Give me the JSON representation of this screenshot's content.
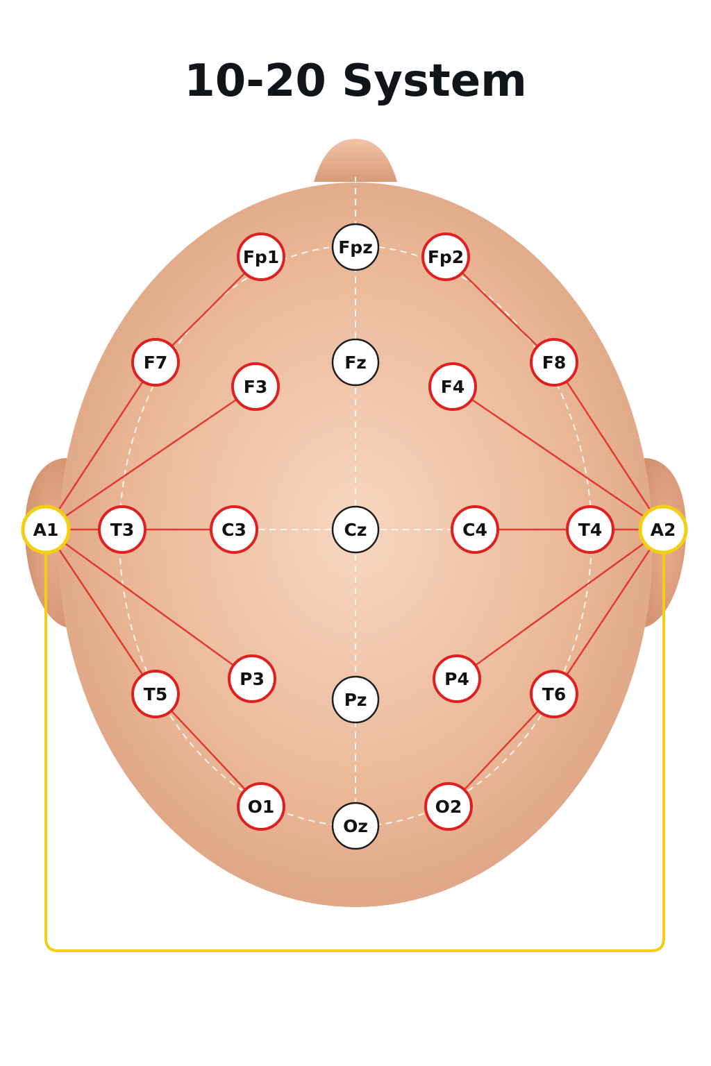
{
  "title": "10-20 System",
  "colors": {
    "skin": "#e9b596",
    "skin_light": "#f6d2bc",
    "skin_dark": "#d99b78",
    "electrode_border": "#e02020",
    "reference_border": "#f2cf12",
    "connection_line": "#e23a30",
    "reference_wire": "#f0cf14",
    "guide_line": "#ffffff",
    "electrode_fill": "#ffffff",
    "midline_border": "#1c1c1c"
  },
  "electrodes": [
    {
      "id": "Fp1",
      "label": "Fp1",
      "type": "lateral"
    },
    {
      "id": "Fpz",
      "label": "Fpz",
      "type": "midline"
    },
    {
      "id": "Fp2",
      "label": "Fp2",
      "type": "lateral"
    },
    {
      "id": "F7",
      "label": "F7",
      "type": "lateral"
    },
    {
      "id": "F3",
      "label": "F3",
      "type": "lateral"
    },
    {
      "id": "Fz",
      "label": "Fz",
      "type": "midline"
    },
    {
      "id": "F4",
      "label": "F4",
      "type": "lateral"
    },
    {
      "id": "F8",
      "label": "F8",
      "type": "lateral"
    },
    {
      "id": "A1",
      "label": "A1",
      "type": "reference"
    },
    {
      "id": "T3",
      "label": "T3",
      "type": "lateral"
    },
    {
      "id": "C3",
      "label": "C3",
      "type": "lateral"
    },
    {
      "id": "Cz",
      "label": "Cz",
      "type": "midline"
    },
    {
      "id": "C4",
      "label": "C4",
      "type": "lateral"
    },
    {
      "id": "T4",
      "label": "T4",
      "type": "lateral"
    },
    {
      "id": "A2",
      "label": "A2",
      "type": "reference"
    },
    {
      "id": "T5",
      "label": "T5",
      "type": "lateral"
    },
    {
      "id": "P3",
      "label": "P3",
      "type": "lateral"
    },
    {
      "id": "Pz",
      "label": "Pz",
      "type": "midline"
    },
    {
      "id": "P4",
      "label": "P4",
      "type": "lateral"
    },
    {
      "id": "T6",
      "label": "T6",
      "type": "lateral"
    },
    {
      "id": "O1",
      "label": "O1",
      "type": "lateral"
    },
    {
      "id": "Oz",
      "label": "Oz",
      "type": "midline"
    },
    {
      "id": "O2",
      "label": "O2",
      "type": "lateral"
    }
  ],
  "connections": [
    [
      "A1",
      "F7"
    ],
    [
      "F7",
      "Fp1"
    ],
    [
      "A1",
      "F3"
    ],
    [
      "A1",
      "T3"
    ],
    [
      "T3",
      "C3"
    ],
    [
      "A1",
      "P3"
    ],
    [
      "A1",
      "T5"
    ],
    [
      "T5",
      "O1"
    ],
    [
      "A2",
      "F8"
    ],
    [
      "F8",
      "Fp2"
    ],
    [
      "A2",
      "F4"
    ],
    [
      "A2",
      "T4"
    ],
    [
      "T4",
      "C4"
    ],
    [
      "A2",
      "P4"
    ],
    [
      "A2",
      "T6"
    ],
    [
      "T6",
      "O2"
    ]
  ],
  "reference_link": [
    "A1",
    "A2"
  ]
}
